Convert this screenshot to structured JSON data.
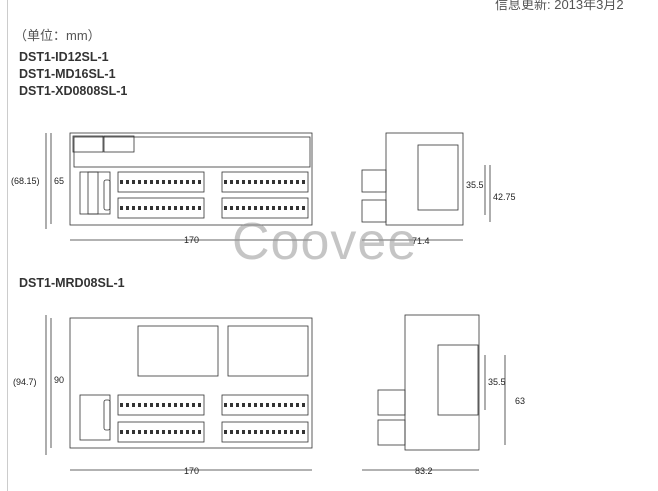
{
  "header": {
    "update_text": "信息更新: 2013年3月2"
  },
  "unit_label": "（单位：mm）",
  "group1": {
    "models": [
      "DST1-ID12SL-1",
      "DST1-MD16SL-1",
      "DST1-XD0808SL-1"
    ],
    "dims": {
      "height_outer": "(68.15)",
      "height": "65",
      "width": "170",
      "depth": "71.4",
      "rail": "35.5",
      "side_h": "42.75"
    }
  },
  "group2": {
    "models": [
      "DST1-MRD08SL-1"
    ],
    "dims": {
      "height_outer": "(94.7)",
      "height": "90",
      "width": "170",
      "depth": "83.2",
      "rail": "35.5",
      "side_h": "63"
    }
  },
  "watermark": "Coovee"
}
